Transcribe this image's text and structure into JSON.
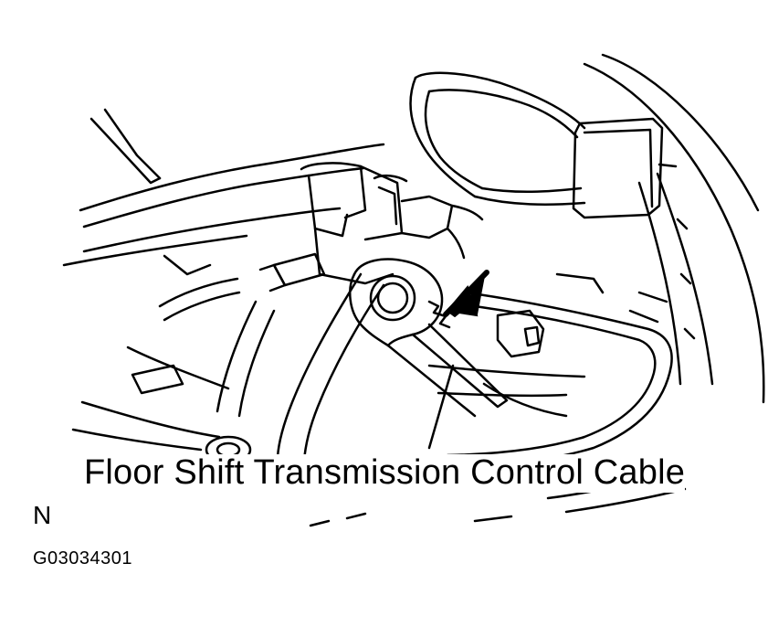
{
  "labels": {
    "component": "Floor Shift Transmission Control Cable",
    "letter": "N",
    "figure_id": "G03034301"
  },
  "colors": {
    "ink": "#000000",
    "paper": "#ffffff"
  }
}
